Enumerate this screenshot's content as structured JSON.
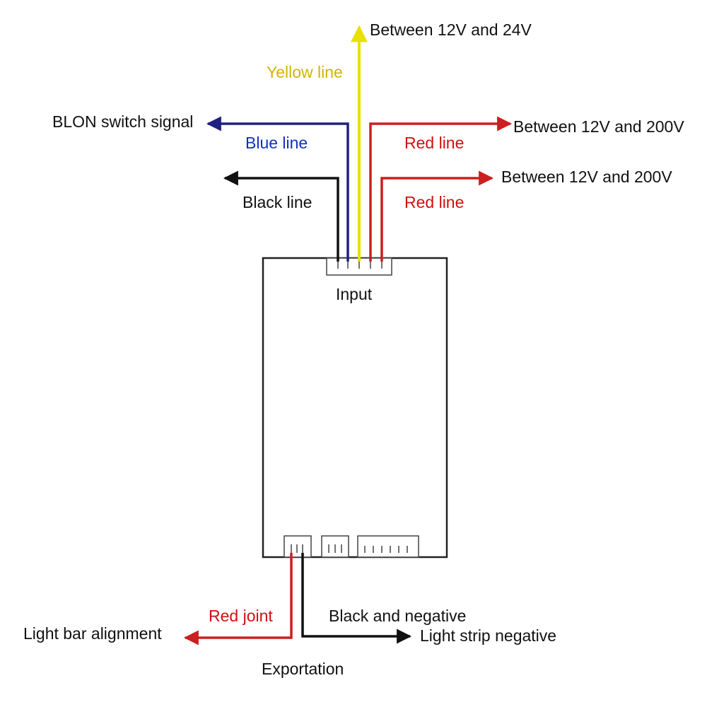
{
  "colors": {
    "yellow": "#e8e000",
    "yellow_text": "#d4b400",
    "blue": "#202080",
    "blue_text": "#1030c0",
    "red": "#cc1f1f",
    "red_text": "#d01010",
    "black": "#111111",
    "box": "#222222"
  },
  "labels": {
    "between_12_24": "Between 12V and 24V",
    "yellow_line": "Yellow line",
    "blon_signal": "BLON switch signal",
    "blue_line": "Blue line",
    "black_line": "Black line",
    "red_line_1": "Red line",
    "red_line_2": "Red line",
    "between_12_200_1": "Between 12V and 200V",
    "between_12_200_2": "Between 12V and 200V",
    "input": "Input",
    "red_joint": "Red joint",
    "black_negative": "Black and negative",
    "light_bar_alignment": "Light bar alignment",
    "light_strip_negative": "Light strip negative",
    "exportation": "Exportation"
  }
}
